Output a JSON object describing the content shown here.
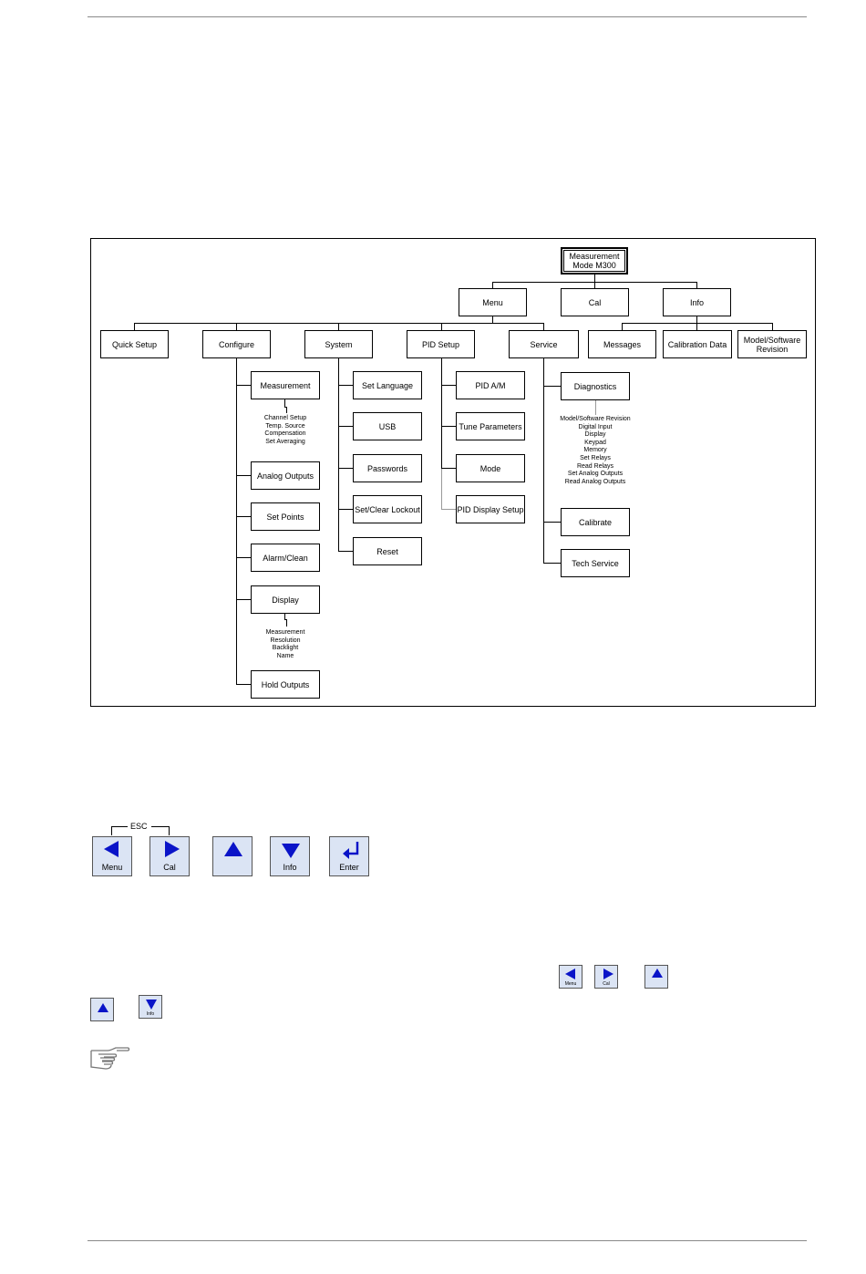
{
  "tree": {
    "root": "Measurement\nMode M300",
    "level1": [
      "Menu",
      "Cal",
      "Info"
    ],
    "menu_children": [
      "Quick Setup",
      "Configure",
      "System",
      "PID Setup",
      "Service"
    ],
    "info_children": [
      "Messages",
      "Calibration Data",
      "Model/Software\nRevision"
    ],
    "configure_children": [
      "Measurement",
      "Analog Outputs",
      "Set Points",
      "Alarm/Clean",
      "Display",
      "Hold Outputs"
    ],
    "measurement_sub": "Channel Setup\nTemp. Source\nCompensation\nSet Averaging",
    "display_sub": "Measurement\nResolution\nBacklight\nName",
    "system_children": [
      "Set Language",
      "USB",
      "Passwords",
      "Set/Clear Lockout",
      "Reset"
    ],
    "pid_children": [
      "PID A/M",
      "Tune Parameters",
      "Mode",
      "PID Display Setup"
    ],
    "service_children": [
      "Diagnostics",
      "Calibrate",
      "Tech Service"
    ],
    "diagnostics_sub": "Model/Software Revision\nDigital Input\nDisplay\nKeypad\nMemory\nSet Relays\nRead Relays\nSet Analog Outputs\nRead Analog Outputs"
  },
  "keypad": {
    "esc_label": "ESC",
    "keys": [
      {
        "icon": "arrow-left-icon",
        "label": "Menu"
      },
      {
        "icon": "arrow-right-icon",
        "label": "Cal"
      },
      {
        "icon": "arrow-up-icon",
        "label": ""
      },
      {
        "icon": "arrow-down-icon",
        "label": "Info"
      },
      {
        "icon": "enter-arrow-icon",
        "label": "Enter"
      }
    ],
    "key_color": "#dbe4f4",
    "arrow_color": "#0a14c8"
  },
  "inline_keys": [
    {
      "icon": "arrow-left-icon",
      "label": "Menu"
    },
    {
      "icon": "arrow-right-icon",
      "label": "Cal"
    },
    {
      "icon": "arrow-up-icon",
      "label": ""
    },
    {
      "icon": "arrow-up-icon",
      "label": ""
    },
    {
      "icon": "arrow-down-icon",
      "label": "Info"
    }
  ],
  "note_icon": "pointing-hand-icon"
}
